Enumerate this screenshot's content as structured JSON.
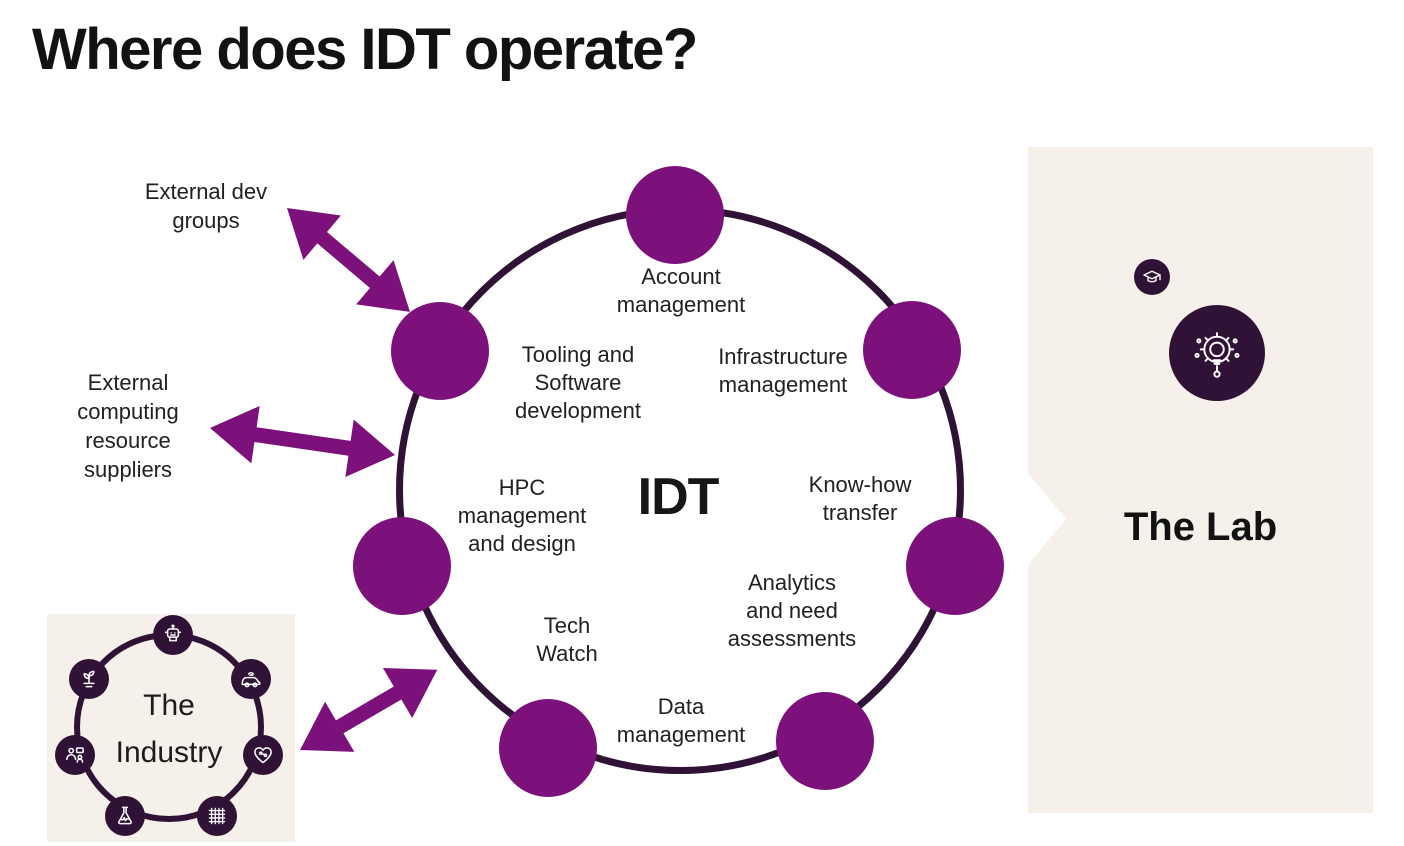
{
  "title": "Where does IDT operate?",
  "colors": {
    "node_purple": "#7D117C",
    "arrow_purple": "#7D117C",
    "ring_dark": "#2F1235",
    "panel_beige": "#F5F0E9",
    "text_dark": "#212121"
  },
  "hub": {
    "label": "IDT"
  },
  "circle_labels": [
    {
      "id": "account-management",
      "text": "Account\nmanagement"
    },
    {
      "id": "tooling-software-development",
      "text": "Tooling and\nSoftware\ndevelopment"
    },
    {
      "id": "infrastructure-management",
      "text": "Infrastructure\nmanagement"
    },
    {
      "id": "hpc-management-design",
      "text": "HPC\nmanagement\nand design"
    },
    {
      "id": "know-how-transfer",
      "text": "Know-how\ntransfer"
    },
    {
      "id": "analytics-need-assessments",
      "text": "Analytics\nand need\nassessments"
    },
    {
      "id": "tech-watch",
      "text": "Tech\nWatch"
    },
    {
      "id": "data-management",
      "text": "Data\nmanagement"
    }
  ],
  "externals": [
    {
      "id": "external-dev-groups",
      "text": "External dev\ngroups"
    },
    {
      "id": "external-computing-resource-suppliers",
      "text": "External\ncomputing\nresource\nsuppliers"
    }
  ],
  "industry": {
    "title": "The\nIndustry",
    "icons": [
      "robot",
      "agriculture-plant",
      "autonomous-car",
      "workforce",
      "healthcare-heart",
      "chemistry-flask",
      "textile-grid"
    ]
  },
  "lab": {
    "title": "The Lab",
    "icons": [
      "graduation-cap",
      "innovation-gear-bulb"
    ]
  }
}
